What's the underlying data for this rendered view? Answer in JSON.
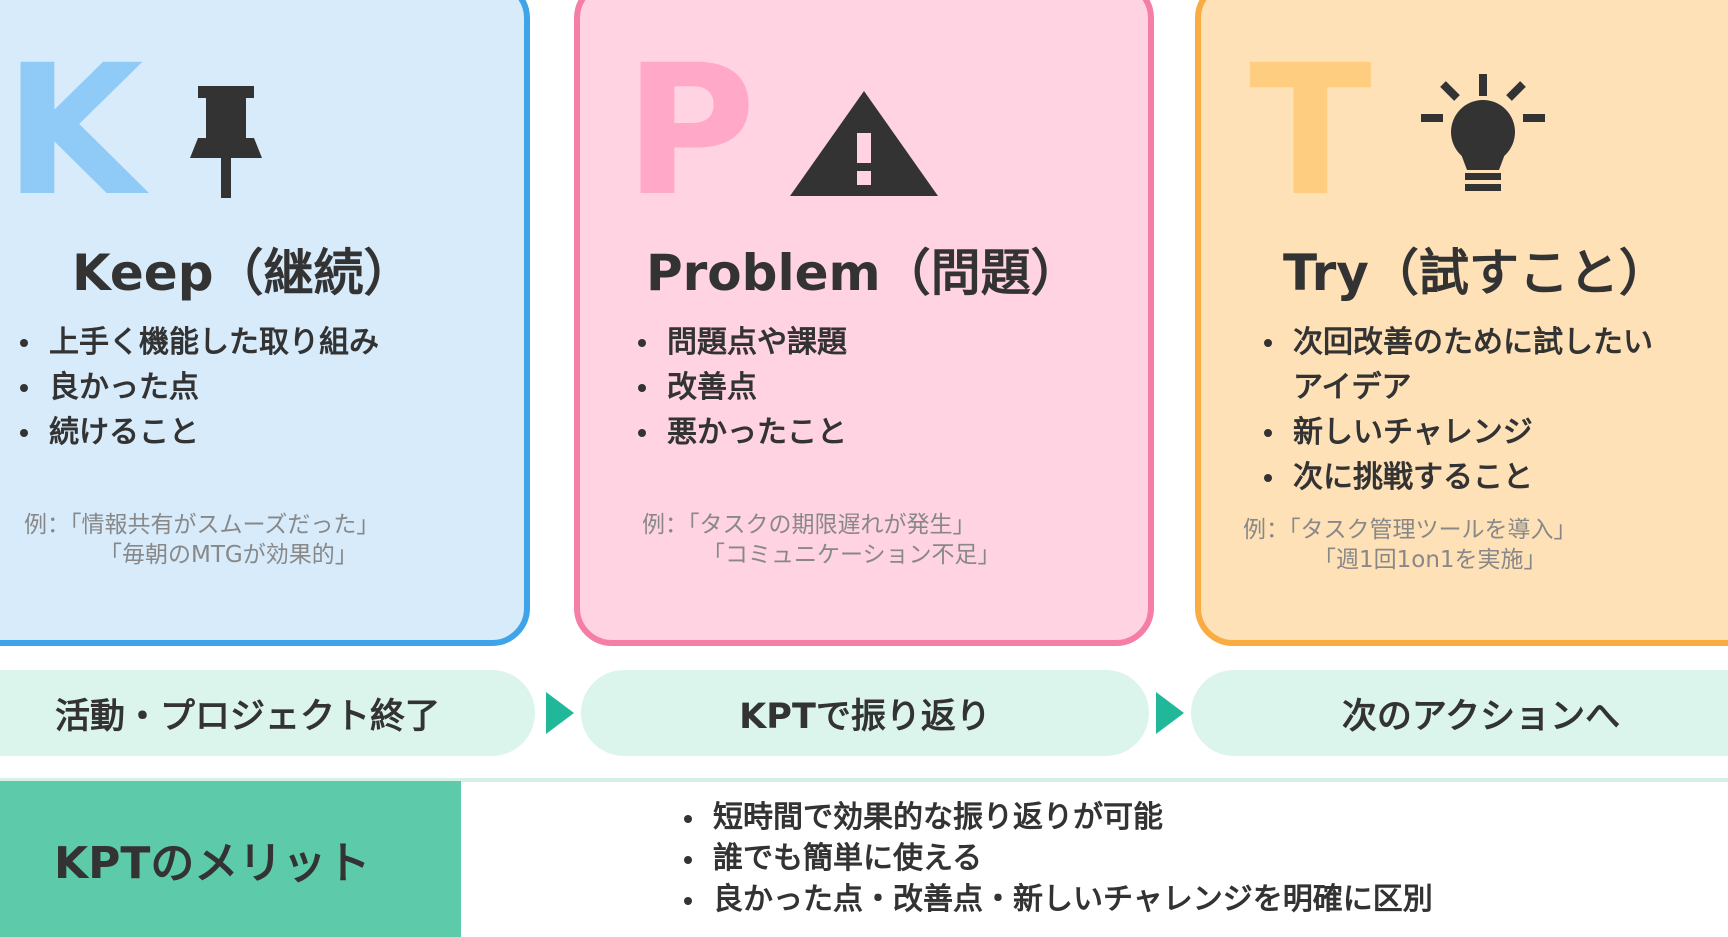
{
  "colors": {
    "keep_fill": "#d7ebfb",
    "keep_border": "#3fa3ea",
    "keep_letter": "#8fcbf6",
    "problem_fill": "#ffd3e2",
    "problem_border": "#f47ea6",
    "problem_letter": "#ffa8c8",
    "try_fill": "#ffe1b8",
    "try_border": "#f9ac42",
    "try_letter": "#ffcd80",
    "flow_fill": "#dbf4ec",
    "flow_arrow": "#21b89a",
    "merit_fill": "#5dcba9",
    "text": "#333333",
    "muted_text": "#888888"
  },
  "cards": {
    "keep": {
      "letter": "K",
      "icon": "pushpin-icon",
      "title": "Keep（継続）",
      "bullets": [
        "上手く機能した取り組み",
        "良かった点",
        "続けること"
      ],
      "example": {
        "line1": "例：「情報共有がスムーズだった」",
        "line2": "「毎朝のMTGが効果的」"
      }
    },
    "problem": {
      "letter": "P",
      "icon": "warning-icon",
      "title": "Problem（問題）",
      "bullets": [
        "問題点や課題",
        "改善点",
        "悪かったこと"
      ],
      "example": {
        "line1": "例：「タスクの期限遅れが発生」",
        "line2": "「コミュニケーション不足」"
      }
    },
    "try": {
      "letter": "T",
      "icon": "lightbulb-icon",
      "title": "Try（試すこと）",
      "bullets": [
        "次回改善のために試したい",
        "アイデア",
        "新しいチャレンジ",
        "次に挑戦すること"
      ],
      "example": {
        "line1": "例：「タスク管理ツールを導入」",
        "line2": "「週1回1on1を実施」"
      }
    }
  },
  "flow": {
    "step1": "活動・プロジェクト終了",
    "step2": "KPTで振り返り",
    "step3": "次のアクションへ",
    "arrow_icon": "triangle-arrow-right-icon"
  },
  "merits": {
    "label": "KPTのメリット",
    "items": [
      "短時間で効果的な振り返りが可能",
      "誰でも簡単に使える",
      "良かった点・改善点・新しいチャレンジを明確に区別"
    ]
  }
}
